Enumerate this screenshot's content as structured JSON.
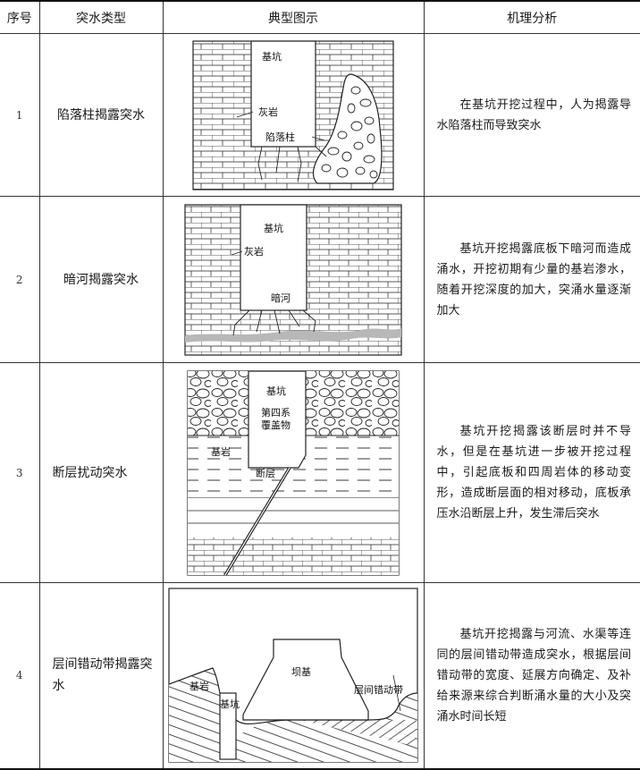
{
  "header": {
    "col_num": "序号",
    "col_type": "突水类型",
    "col_fig": "典型图示",
    "col_desc": "机理分析"
  },
  "rows": [
    {
      "num": "1",
      "type": "陷落柱揭露突水",
      "fig_labels": {
        "pit": "基坑",
        "rock": "灰岩",
        "column": "陷落柱"
      },
      "desc": "在基坑开挖过程中，人为揭露导水陷落柱而导致突水"
    },
    {
      "num": "2",
      "type": "暗河揭露突水",
      "fig_labels": {
        "pit": "基坑",
        "rock": "灰岩",
        "river": "暗河"
      },
      "desc": "基坑开挖揭露底板下暗河而造成涌水，开挖初期有少量的基岩渗水，随着开挖深度的加大，突涌水量逐渐加大"
    },
    {
      "num": "3",
      "type": "断层扰动突水",
      "fig_labels": {
        "pit": "基坑",
        "cover": "第四系\n覆盖物",
        "bedrock": "基岩",
        "fault": "断层"
      },
      "desc": "基坑开挖揭露该断层时并不导水，但是在基坑进一步被开挖过程中，引起底板和四周岩体的移动变形，造成断层面的相对移动，底板承压水沿断层上升，发生滞后突水"
    },
    {
      "num": "4",
      "type": "层间错动带揭露突水",
      "fig_labels": {
        "bedrock": "基岩",
        "pit": "基坑",
        "dam": "坝基",
        "zone": "层间错动带"
      },
      "desc": "基坑开挖揭露与河流、水渠等连同的层间错动带造成突水，根据层间错动带的宽度、延展方向确定、及补给来源来综合判断涌水量的大小及突涌水时间长短"
    }
  ]
}
